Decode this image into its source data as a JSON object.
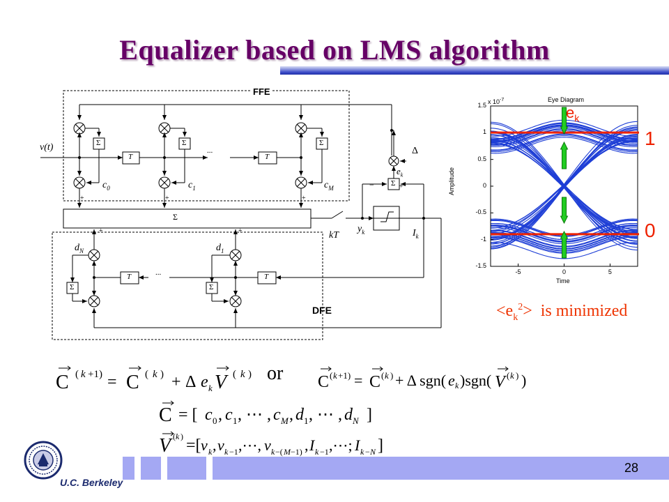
{
  "title": "Equalizer based on LMS algorithm",
  "page_number": "28",
  "logo_text": "U.C. Berkeley",
  "diagram": {
    "ffe_label": "FFE",
    "dfe_label": "DFE",
    "input_label": "v(t)",
    "sum_symbol": "Σ",
    "delay_label": "T",
    "dots": "...",
    "delta": "Δ",
    "sampler_label": "kT",
    "y_label": "yk",
    "i_label": "Ik",
    "e_label": "ek",
    "plus": "+",
    "minus": "−",
    "ffe_coeffs": [
      "c0",
      "c1",
      "cM"
    ],
    "dfe_coeffs": [
      "dN",
      "d1"
    ]
  },
  "eye_plot": {
    "title": "Eye Diagram",
    "xlabel": "Time",
    "ylabel": "Amplitude",
    "exponent": "x 10-7",
    "x_ticks": [
      "-5",
      "0",
      "5"
    ],
    "y_ticks": [
      "1.5",
      "1",
      "0.5",
      "0",
      "-0.5",
      "-1",
      "-1.5"
    ],
    "ek_label": "ek",
    "level_high": "1",
    "level_low": "0",
    "minimized_text": "<ek2> is minimized",
    "trace_color": "#1f3fd6",
    "level_color": "#ee2200",
    "arrow_color": "#22cc22"
  },
  "formulas": {
    "or_text": "or",
    "update_lms": "C(k+1) = C(k) + Δ ek V(k)",
    "update_sign": "C(k+1) = C(k) + Δ sgn(ek) sgn(V(k))",
    "coeff_vector": "C = [c0, c1, ⋯, cM, d1, ⋯, dN]",
    "data_vector": "V(k) = [vk, vk−1, ⋯, vk−(M−1), Ik−1, ⋯, Ik−N]"
  }
}
